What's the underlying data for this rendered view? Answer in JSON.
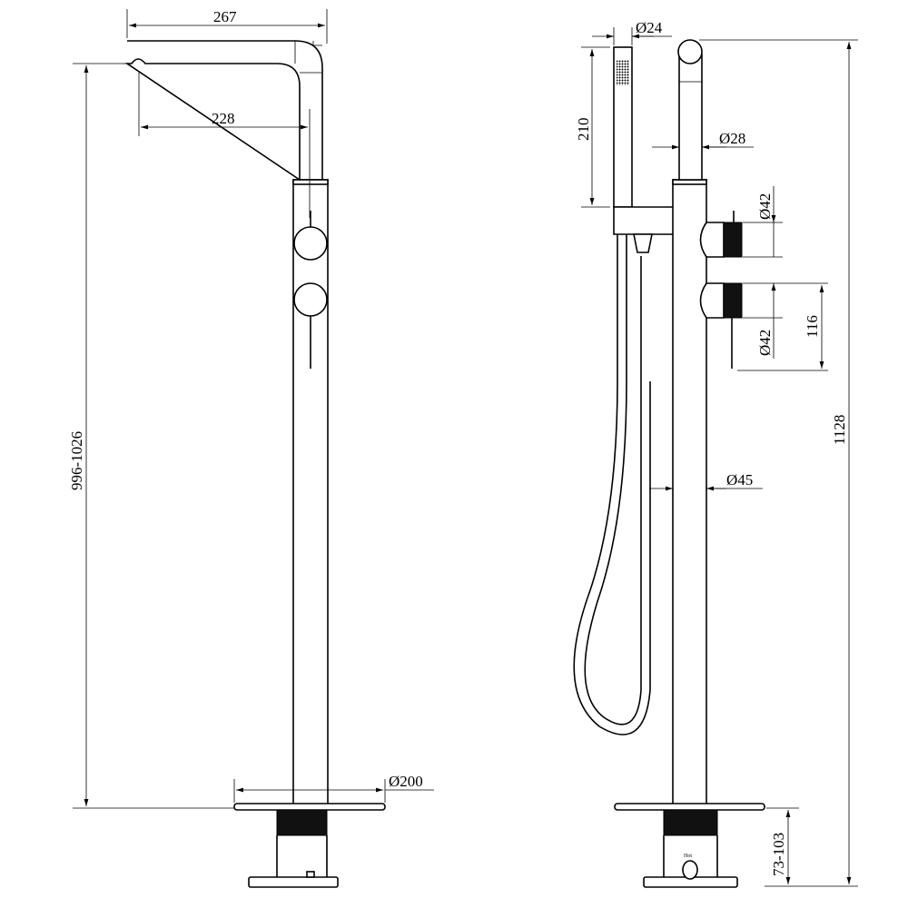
{
  "drawing": {
    "front_view": {
      "dim_total_reach": "267",
      "dim_spout_reach": "228",
      "dim_spout_height": "996-1026",
      "dim_base_diameter": "Ø200"
    },
    "side_view": {
      "dim_handshower_diameter": "Ø24",
      "dim_handshower_length": "210",
      "dim_spout_diameter": "Ø28",
      "dim_handle_upper_diameter": "Ø42",
      "dim_handle_lower_diameter": "Ø42",
      "dim_handle_spacing": "116",
      "dim_body_diameter": "Ø45",
      "dim_total_height": "1128",
      "dim_floor_depth": "73-103",
      "hot_label": "Hot"
    },
    "line_color": "#000000",
    "background_color": "#ffffff"
  }
}
